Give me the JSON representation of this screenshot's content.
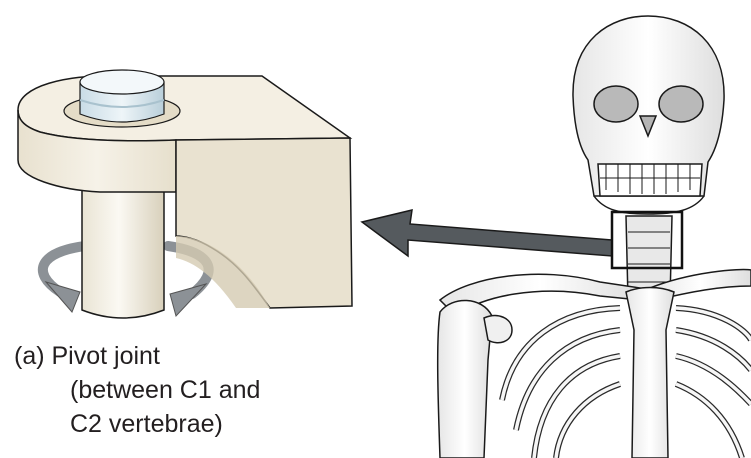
{
  "caption": {
    "line1": "(a) Pivot joint",
    "line2": "(between C1 and",
    "line3": "C2 vertebrae)"
  },
  "colors": {
    "bone_fill": "#ece6d2",
    "block_side": "#e2dac3",
    "block_front": "#f1ece0",
    "inset_fill": "#dbe8ee",
    "arrow_fill": "#555a5e",
    "rotate_arrow": "#8c9196",
    "outline": "#1a1a1a"
  },
  "icons": {
    "rotation": "rotation-arrows-icon",
    "pointer": "pointer-arrow-icon"
  }
}
